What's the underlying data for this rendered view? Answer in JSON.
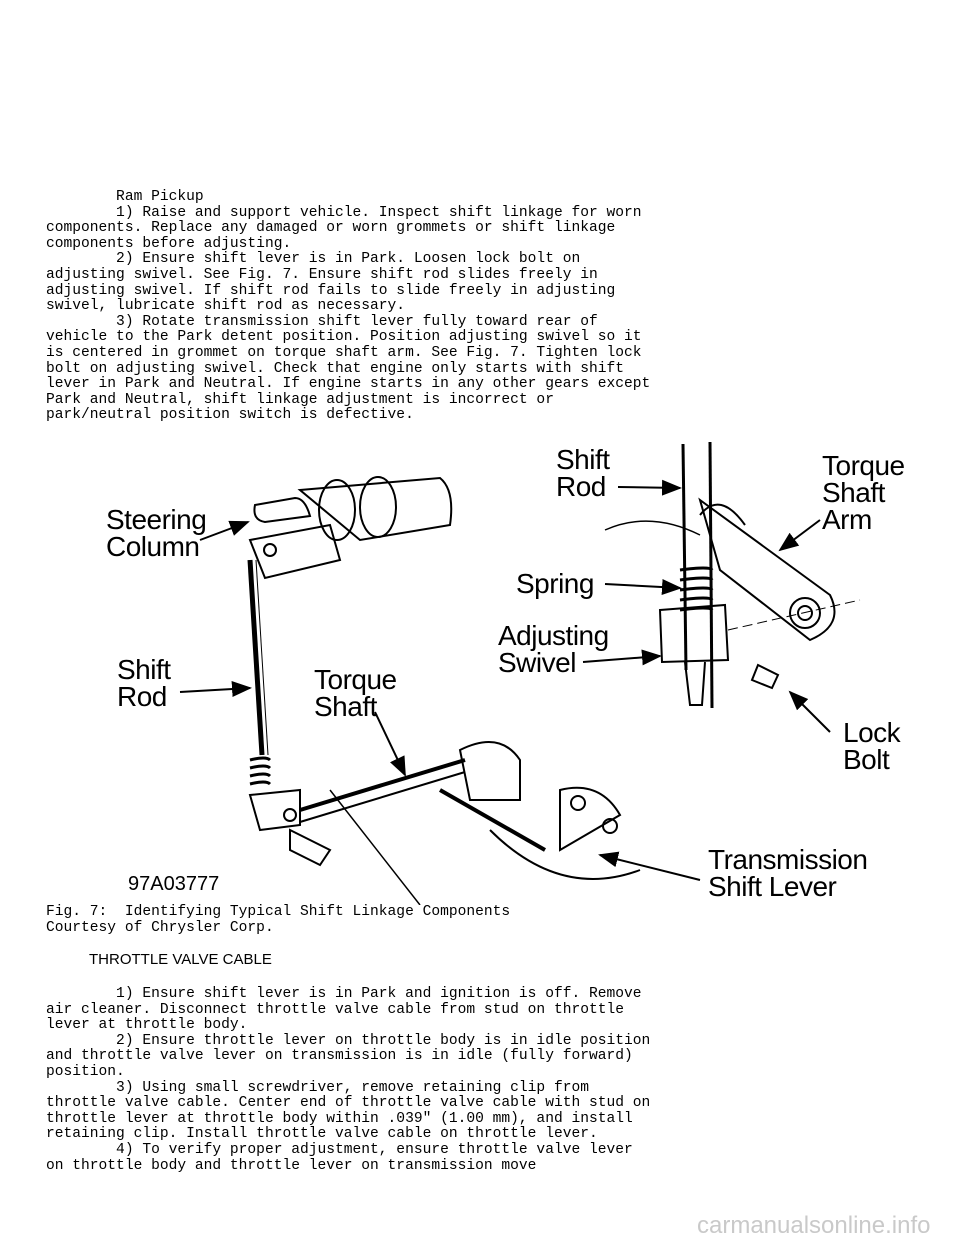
{
  "text_block_1": "        Ram Pickup\n        1) Raise and support vehicle. Inspect shift linkage for worn\ncomponents. Replace any damaged or worn grommets or shift linkage\ncomponents before adjusting.\n        2) Ensure shift lever is in Park. Loosen lock bolt on\nadjusting swivel. See Fig. 7. Ensure shift rod slides freely in\nadjusting swivel. If shift rod fails to slide freely in adjusting\nswivel, lubricate shift rod as necessary.\n        3) Rotate transmission shift lever fully toward rear of\nvehicle to the Park detent position. Position adjusting swivel so it\nis centered in grommet on torque shaft arm. See Fig. 7. Tighten lock\nbolt on adjusting swivel. Check that engine only starts with shift\nlever in Park and Neutral. If engine starts in any other gears except\nPark and Neutral, shift linkage adjustment is incorrect or\npark/neutral position switch is defective.",
  "figure": {
    "labels": {
      "steering_column": "Steering\nColumn",
      "shift_rod_left": "Shift\nRod",
      "torque_shaft": "Torque\nShaft",
      "shift_rod_top": "Shift\nRod",
      "torque_shaft_arm": "Torque\nShaft\nArm",
      "spring": "Spring",
      "adjusting_swivel": "Adjusting\nSwivel",
      "lock_bolt": "Lock\nBolt",
      "transmission_shift_lever": "Transmission\nShift Lever"
    },
    "figure_id": "97A03777"
  },
  "caption": "Fig. 7:  Identifying Typical Shift Linkage Components\nCourtesy of Chrysler Corp.",
  "section_heading": "THROTTLE VALVE CABLE",
  "text_block_2": "        1) Ensure shift lever is in Park and ignition is off. Remove\nair cleaner. Disconnect throttle valve cable from stud on throttle\nlever at throttle body.\n        2) Ensure throttle lever on throttle body is in idle position\nand throttle valve lever on transmission is in idle (fully forward)\nposition.\n        3) Using small screwdriver, remove retaining clip from\nthrottle valve cable. Center end of throttle valve cable with stud on\nthrottle lever at throttle body within .039\" (1.00 mm), and install\nretaining clip. Install throttle valve cable on throttle lever.\n        4) To verify proper adjustment, ensure throttle valve lever\non throttle body and throttle lever on transmission move",
  "watermark": "carmanualsonline.info"
}
